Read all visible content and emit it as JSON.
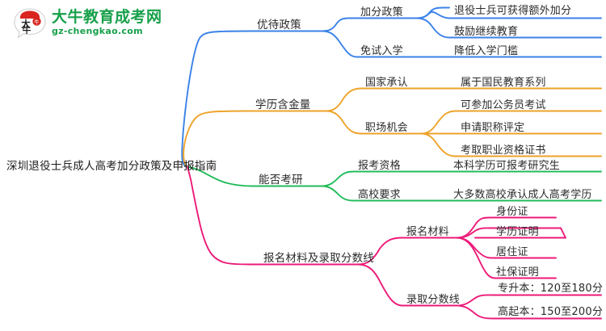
{
  "logo": {
    "mark_text": "大牛",
    "brand_cn": "大牛教育成考网",
    "brand_en": "gz-chengkao.com",
    "brand_color": "#17a04a",
    "mark_color": "#d9241f"
  },
  "mindmap": {
    "root": {
      "label": "深圳退役士兵成人高考加分政策及申报指南"
    },
    "colors": {
      "blue": "#3b82e8",
      "orange": "#eda32a",
      "green": "#22bb5b",
      "pink": "#ec1a78"
    },
    "branches": [
      {
        "label": "优待政策",
        "color": "#3b82e8",
        "children": [
          {
            "label": "加分政策",
            "children": [
              {
                "label": "退役士兵可获得额外加分"
              },
              {
                "label": "鼓励继续教育"
              }
            ]
          },
          {
            "label": "免试入学",
            "children": [
              {
                "label": "降低入学门槛"
              }
            ]
          }
        ]
      },
      {
        "label": "学历含金量",
        "color": "#eda32a",
        "children": [
          {
            "label": "国家承认",
            "children": [
              {
                "label": "属于国民教育系列"
              }
            ]
          },
          {
            "label": "职场机会",
            "children": [
              {
                "label": "可参加公务员考试"
              },
              {
                "label": "申请职称评定"
              },
              {
                "label": "考取职业资格证书"
              }
            ]
          }
        ]
      },
      {
        "label": "能否考研",
        "color": "#22bb5b",
        "children": [
          {
            "label": "报考资格",
            "children": [
              {
                "label": "本科学历可报考研究生"
              }
            ]
          },
          {
            "label": "高校要求",
            "children": [
              {
                "label": "大多数高校承认成人高考学历"
              }
            ]
          }
        ]
      },
      {
        "label": "报名材料及录取分数线",
        "color": "#ec1a78",
        "children": [
          {
            "label": "报名材料",
            "children": [
              {
                "label": "身份证"
              },
              {
                "label": "学历证明"
              },
              {
                "label": "居住证"
              },
              {
                "label": "社保证明"
              }
            ]
          },
          {
            "label": "录取分数线",
            "children": [
              {
                "label": "专升本：120至180分"
              },
              {
                "label": "高起本：150至200分"
              }
            ]
          }
        ]
      }
    ]
  }
}
